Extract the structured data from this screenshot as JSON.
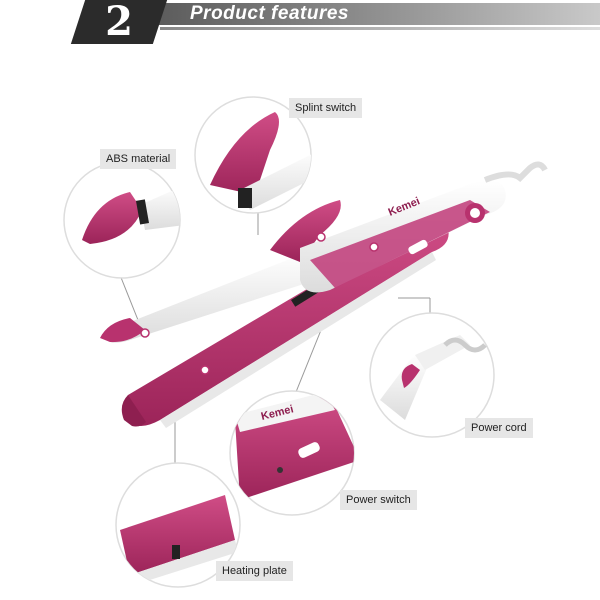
{
  "banner": {
    "number": "2",
    "title": "Product features"
  },
  "labels": {
    "splint_switch": "Splint switch",
    "abs_material": "ABS material",
    "power_cord": "Power cord",
    "power_switch": "Power switch",
    "heating_plate": "Heating plate"
  },
  "brand": "Kemei",
  "colors": {
    "magenta": "#b8326e",
    "magenta_dark": "#8e1f50",
    "white_body": "#f4f4f4",
    "label_bg": "#e6e6e6",
    "banner_dark": "#2b2b2b"
  }
}
